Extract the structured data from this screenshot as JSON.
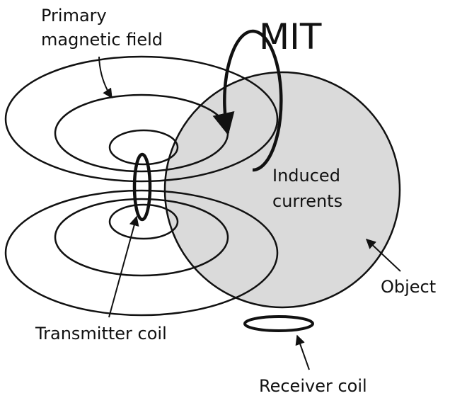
{
  "title": "MIT",
  "labels": {
    "primary_field_line1": "Primary",
    "primary_field_line2": "magnetic field",
    "induced_line1": "Induced",
    "induced_line2": "currents",
    "object": "Object",
    "transmitter": "Transmitter coil",
    "receiver": "Receiver coil"
  },
  "colors": {
    "object_fill": "#dadada",
    "stroke": "#111111",
    "background": "#ffffff"
  }
}
